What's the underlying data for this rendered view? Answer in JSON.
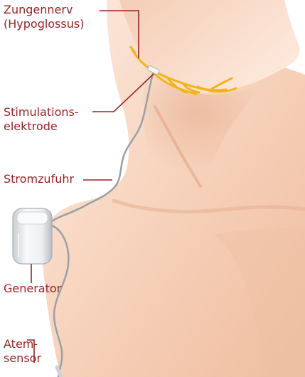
{
  "colors": {
    "label_text": "#9b2226",
    "leader_line": "#9b2226",
    "skin_light": "#fbe3d4",
    "skin_mid": "#f2c4a8",
    "skin_shadow": "#e0a285",
    "nerve": "#f2b41b",
    "device_body": "#eceef0",
    "wire": "#9aa0a6",
    "background": "#ffffff"
  },
  "labels": {
    "nerve": [
      "Zungennerv",
      "(Hypoglossus)"
    ],
    "electrode": [
      "Stimulations-",
      "elektrode"
    ],
    "lead": [
      "Stromzufuhr"
    ],
    "generator": [
      "Generator"
    ],
    "sensor": [
      "Atem-",
      "sensor"
    ]
  }
}
